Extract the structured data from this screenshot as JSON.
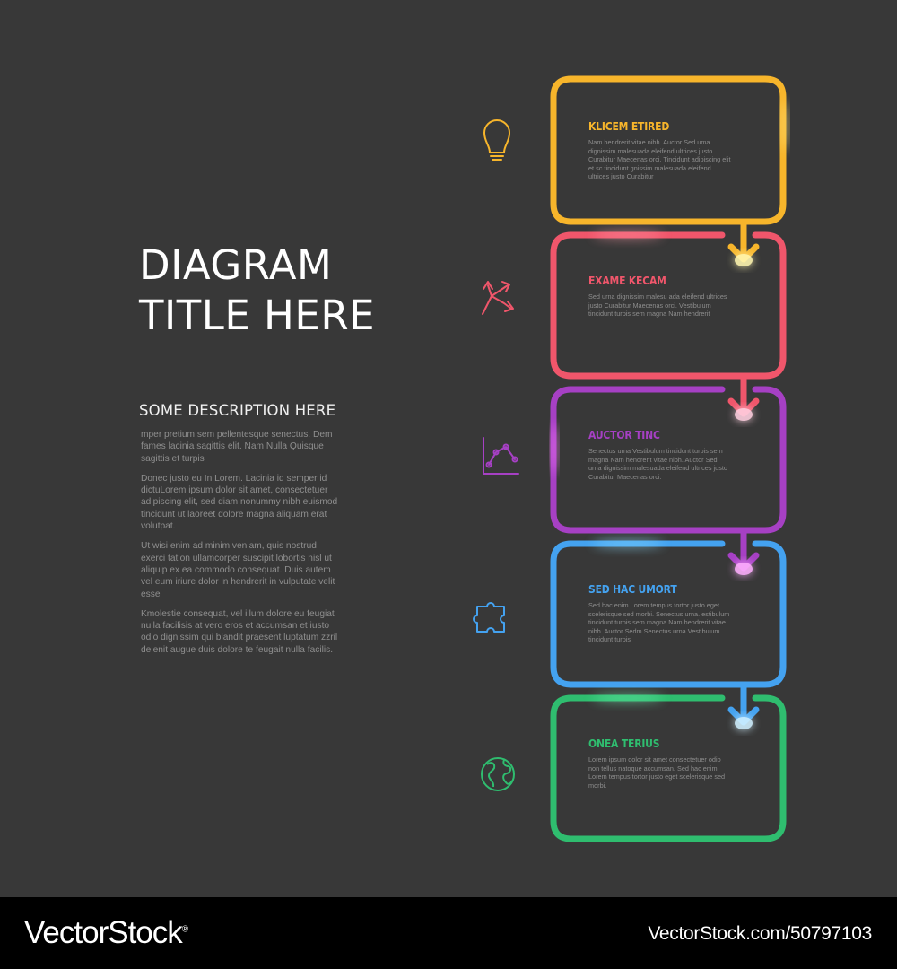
{
  "title_line1": "DIAGRAM",
  "title_line2": "TITLE HERE",
  "description_heading": "SOME DESCRIPTION HERE",
  "description_paragraphs": [
    "mper pretium sem pellentesque senectus. Dem fames lacinia sagittis elit. Nam Nulla Quisque sagittis et turpis",
    "Donec justo eu In Lorem. Lacinia id semper id dictuLorem ipsum dolor sit amet, consectetuer adipiscing elit, sed diam nonummy nibh euismod tincidunt ut laoreet dolore magna aliquam erat volutpat.",
    "Ut wisi enim ad minim veniam, quis nostrud exerci tation ullamcorper suscipit lobortis nisl ut aliquip ex ea commodo consequat. Duis autem vel eum iriure dolor in hendrerit in vulputate velit esse",
    "Kmolestie consequat, vel illum dolore eu feugiat nulla facilisis at vero eros et accumsan et iusto odio dignissim qui blandit praesent luptatum zzril delenit augue duis dolore te feugait nulla facilis."
  ],
  "steps": [
    {
      "title": "KLICEM ETIRED",
      "body": "Nam hendrerit vitae nibh. Auctor Sed uma dignissim malesuada eleifend ultrices justo Curabitur Maecenas orci. Tincidunt adipiscing elit et sc tincidunt.gnissim malesuada eleifend ultrices justo Curabitur",
      "color": "#f7b52b",
      "icon": "lightbulb-icon"
    },
    {
      "title": "EXAME KECAM",
      "body": "Sed urna dignissim malesu ada eleifend ultrices justo Curabitur Maecenas orci. Vestibulum tincidunt turpis sem magna Nam hendrerit",
      "color": "#f0566b",
      "icon": "split-arrows-icon"
    },
    {
      "title": "AUCTOR TINC",
      "body": "Senectus urna Vestibulum tincidunt turpis sem magna Nam hendrerit vitae nibh. Auctor Sed urna dignissim malesuada eleifend ultrices justo Curabitur Maecenas orci.",
      "color": "#a640c4",
      "icon": "chart-icon"
    },
    {
      "title": "SED HAC UMORT",
      "body": "Sed hac enim Lorem tempus tortor justo eget scelerisque sed morbi. Senectus urna. estibulum tincidunt turpis sem magna Nam hendrerit vitae nibh. Auctor Sedm Senectus urna Vestibulum tincidunt turpis",
      "color": "#44a2f0",
      "icon": "puzzle-icon"
    },
    {
      "title": "ONEA TERIUS",
      "body": "Lorem ipsum dolor sit amet consectetuer odio non tellus natoque accumsan. Sed hac enim Lorem tempus tortor justo eget scelerisque sed morbi.",
      "color": "#2fbd6f",
      "icon": "globe-icon"
    }
  ],
  "watermark_brand": "VectorStock",
  "watermark_registered": "®",
  "watermark_url": "VectorStock.com/50797103"
}
